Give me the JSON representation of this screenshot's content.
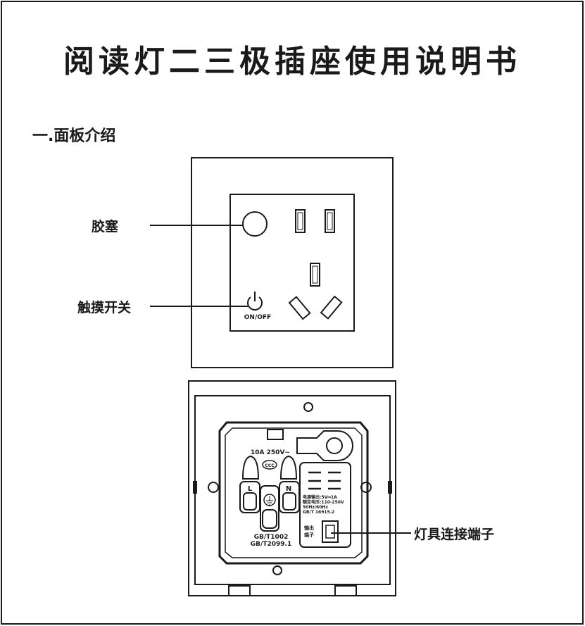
{
  "title": "阅读灯二三极插座使用说明书",
  "section1": {
    "heading": "一.面板介绍",
    "labels": {
      "plug": "胶塞",
      "touch_switch": "触摸开关",
      "lamp_terminal": "灯具连接端子"
    },
    "front_panel": {
      "switch_text": "ON/OFF"
    },
    "back_panel": {
      "rating": "10A 250V~",
      "ccc": "CCC",
      "live": "L",
      "neutral": "N",
      "standard1": "GB/T1002",
      "standard2": "GB/T2099.1",
      "module_spec1": "电源输出:5V⎓1A",
      "module_spec2": "额定电压:110-250V",
      "module_spec3": "50Hz/60Hz",
      "module_spec4": "GB/T  16915.2",
      "output_label1": "输出",
      "output_label2": "端子"
    }
  }
}
